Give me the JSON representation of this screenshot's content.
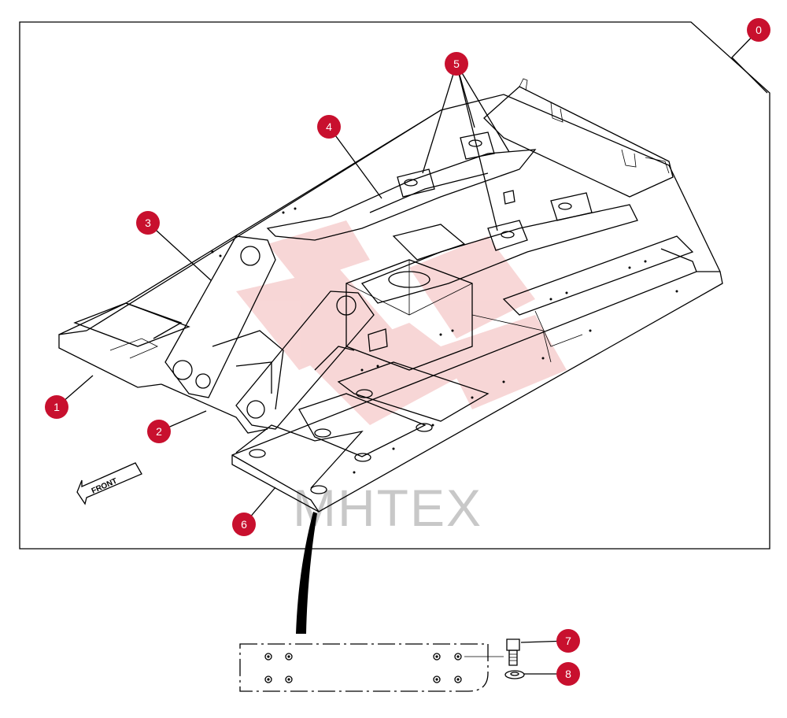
{
  "callouts": [
    {
      "id": "callout-0",
      "label": "0"
    },
    {
      "id": "callout-1",
      "label": "1"
    },
    {
      "id": "callout-2",
      "label": "2"
    },
    {
      "id": "callout-3",
      "label": "3"
    },
    {
      "id": "callout-4",
      "label": "4"
    },
    {
      "id": "callout-5",
      "label": "5"
    },
    {
      "id": "callout-6",
      "label": "6"
    },
    {
      "id": "callout-7",
      "label": "7"
    },
    {
      "id": "callout-8",
      "label": "8"
    }
  ],
  "front_arrow_label": "FRONT",
  "watermark_text": "MHTEX",
  "colors": {
    "callout_fill": "#c8102e",
    "watermark_red": "#f2b6b6",
    "line": "#000000"
  }
}
